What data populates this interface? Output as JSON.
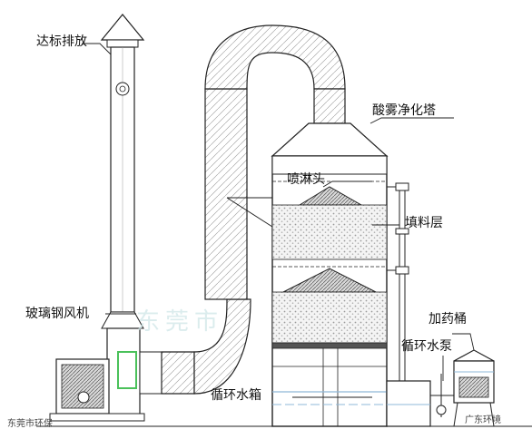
{
  "labels": {
    "discharge": "达标排放",
    "tower": "酸雾净化塔",
    "spray_head": "喷淋头",
    "packing_layer": "填料层",
    "fan": "玻璃钢风机",
    "dosing_tank": "加药桶",
    "circ_pump": "循环水泵",
    "circ_tank": "循环水箱"
  },
  "watermark": {
    "main": "东莞市",
    "bottom_left": "东莞市环保",
    "bottom_right": "广东环境"
  },
  "colors": {
    "line": "#222222",
    "packing": "#c7c7c7",
    "water": "#8fb8d8",
    "highlight": "#4ac15a"
  }
}
